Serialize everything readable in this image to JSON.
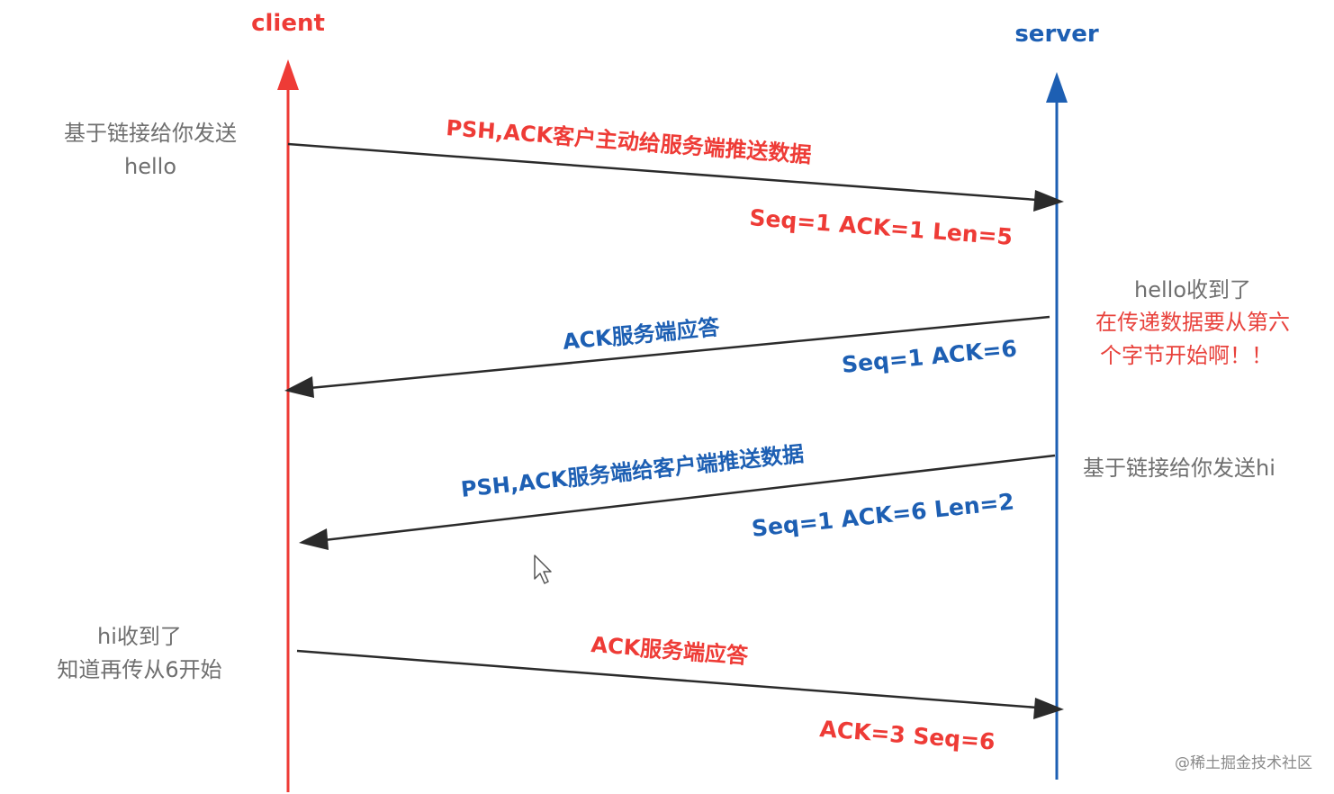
{
  "colors": {
    "client": "#ee3b36",
    "server": "#1d5fb3",
    "arrow": "#2b2b2b",
    "note": "#6f6f6f",
    "note_red": "#e8423c",
    "watermark": "#8a8a8a"
  },
  "actors": {
    "client": "client",
    "server": "server"
  },
  "messages": [
    {
      "label": "PSH,ACK客户主动给服务端推送数据",
      "params": "Seq=1 ACK=1 Len=5",
      "direction": "client-to-server"
    },
    {
      "label": "ACK服务端应答",
      "params": "Seq=1 ACK=6",
      "direction": "server-to-client"
    },
    {
      "label": "PSH,ACK服务端给客户端推送数据",
      "params": "Seq=1 ACK=6 Len=2",
      "direction": "server-to-client"
    },
    {
      "label": "ACK服务端应答",
      "params": "ACK=3 Seq=6",
      "direction": "client-to-server"
    }
  ],
  "notes": {
    "client_send_line1": "基于链接给你发送",
    "client_send_line2": "hello",
    "server_recv_line1": "hello收到了",
    "server_recv_line2": "在传递数据要从第六",
    "server_recv_line3": "个字节开始啊！！",
    "server_send": "基于链接给你发送hi",
    "client_recv_line1": "hi收到了",
    "client_recv_line2": "知道再传从6开始"
  },
  "watermark": "@稀土掘金技术社区"
}
